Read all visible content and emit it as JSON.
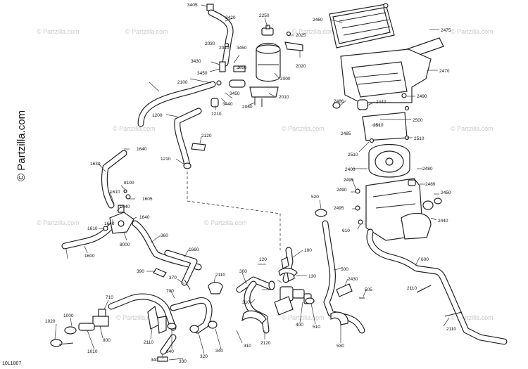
{
  "brand": "© Partzilla.com",
  "watermark": "© Partzilla.com",
  "figure_code": "10L1807",
  "callouts": [
    "3405",
    "3420",
    "2250",
    "2025",
    "2460",
    "2475",
    "2030",
    "2040",
    "3450",
    "3430",
    "3450",
    "2050",
    "2020",
    "2000",
    "2470",
    "2100",
    "3450",
    "2060",
    "2010",
    "2490",
    "3440",
    "2486",
    "2440",
    "2500",
    "1210",
    "2485",
    "2510",
    "2510",
    "1200",
    "2120",
    "2510",
    "1640",
    "1210",
    "2400",
    "2480",
    "1630",
    "8100",
    "2495",
    "1610",
    "1605",
    "2490",
    "2489",
    "520",
    "2450",
    "2495",
    "1640",
    "1640",
    "2440",
    "1640",
    "610",
    "1610",
    "8000",
    "360",
    "1600",
    "1660",
    "100",
    "120",
    "600",
    "390",
    "300",
    "500",
    "370",
    "2110",
    "130",
    "2430",
    "2110",
    "505",
    "710",
    "700",
    "310",
    "1020",
    "1000",
    "800",
    "2110",
    "340",
    "320",
    "340",
    "2120",
    "400",
    "510",
    "2110",
    "1010",
    "310",
    "530",
    "340",
    "330"
  ]
}
